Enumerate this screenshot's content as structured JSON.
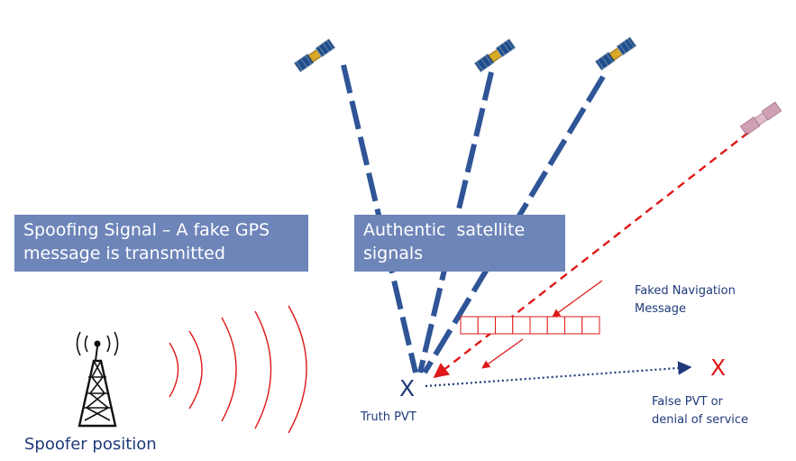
{
  "boxes": {
    "spoofing": {
      "line1": "Spoofing Signal – A fake GPS",
      "line2": "message is transmitted"
    },
    "authentic": {
      "line1": "Authentic  satellite",
      "line2": "signals"
    }
  },
  "labels": {
    "faked_navigation": {
      "line1": "Faked Navigation",
      "line2": "Message"
    },
    "truth_pvt": "Truth PVT",
    "false_pvt": {
      "line1": "False PVT or",
      "line2": "denial of service"
    },
    "spoofer_position": "Spoofer position"
  },
  "markers": {
    "truth": "X",
    "false": "X"
  },
  "colors": {
    "box_fill": "#6e85b9",
    "authentic_signal": "#2f5597",
    "spoof_signal": "#e01818",
    "text_navy": "#1f3a7a",
    "fake_satellite": "#c0809a"
  },
  "icons": {
    "satellites": [
      "satellite-icon",
      "satellite-icon",
      "satellite-icon",
      "fake-satellite-icon"
    ],
    "tower": "radio-tower-icon"
  },
  "message_blocks": 8
}
